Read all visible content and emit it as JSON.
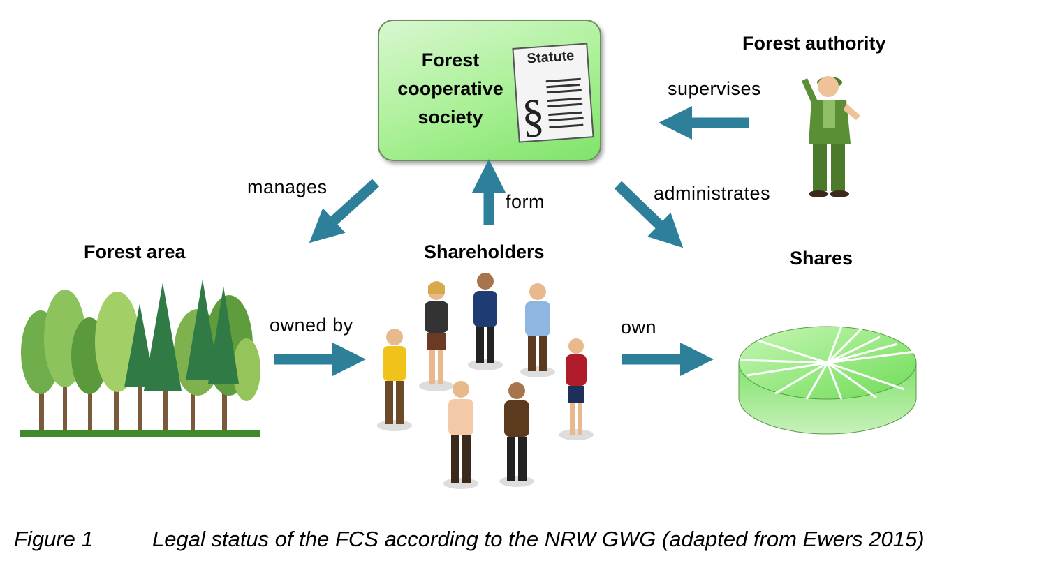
{
  "nodes": {
    "fcs": {
      "title": "Forest\ncooperative\nsociety",
      "document_label": "Statute",
      "document_symbol": "§"
    },
    "forest_authority": {
      "label": "Forest authority"
    },
    "forest_area": {
      "label": "Forest area"
    },
    "shareholders": {
      "label": "Shareholders"
    },
    "shares": {
      "label": "Shares"
    }
  },
  "relations": {
    "supervises": "supervises",
    "manages": "manages",
    "form": "form",
    "administrates": "administrates",
    "owned_by": "owned by",
    "own": "own"
  },
  "caption": {
    "number": "Figure 1",
    "text": "Legal status of the FCS according to the NRW GWG (adapted from Ewers 2015)"
  },
  "colors": {
    "arrow": "#2e7f9a",
    "box_fill": "#a9f095",
    "pie_green": "#7fe36a"
  }
}
